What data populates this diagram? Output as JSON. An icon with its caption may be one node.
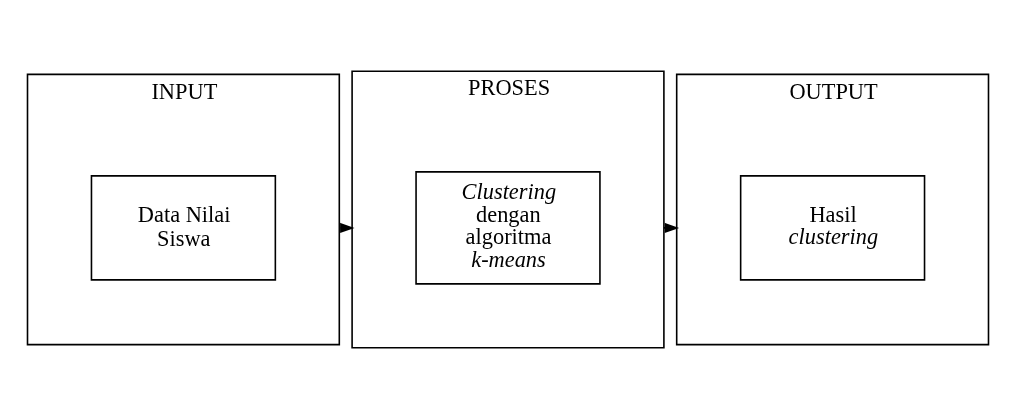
{
  "diagram": {
    "nodes": [
      {
        "text": [
          "INPUT"
        ]
      },
      {
        "text": [
          "Data Nilai Siswa"
        ],
        "in": 0
      },
      {
        "text": [
          "PROSES"
        ]
      },
      {
        "text": [
          "*Clustering* dengan algoritma *k-means*"
        ],
        "in": 2
      },
      {
        "text": [
          "OUTPUT"
        ]
      },
      {
        "text": [
          "Hasil *clustering*"
        ],
        "in": 4
      }
    ],
    "edges": [
      {
        "from": 0,
        "to": 2,
        "arrow": "to"
      },
      {
        "from": 2,
        "to": 4,
        "arrow": "to"
      }
    ]
  }
}
